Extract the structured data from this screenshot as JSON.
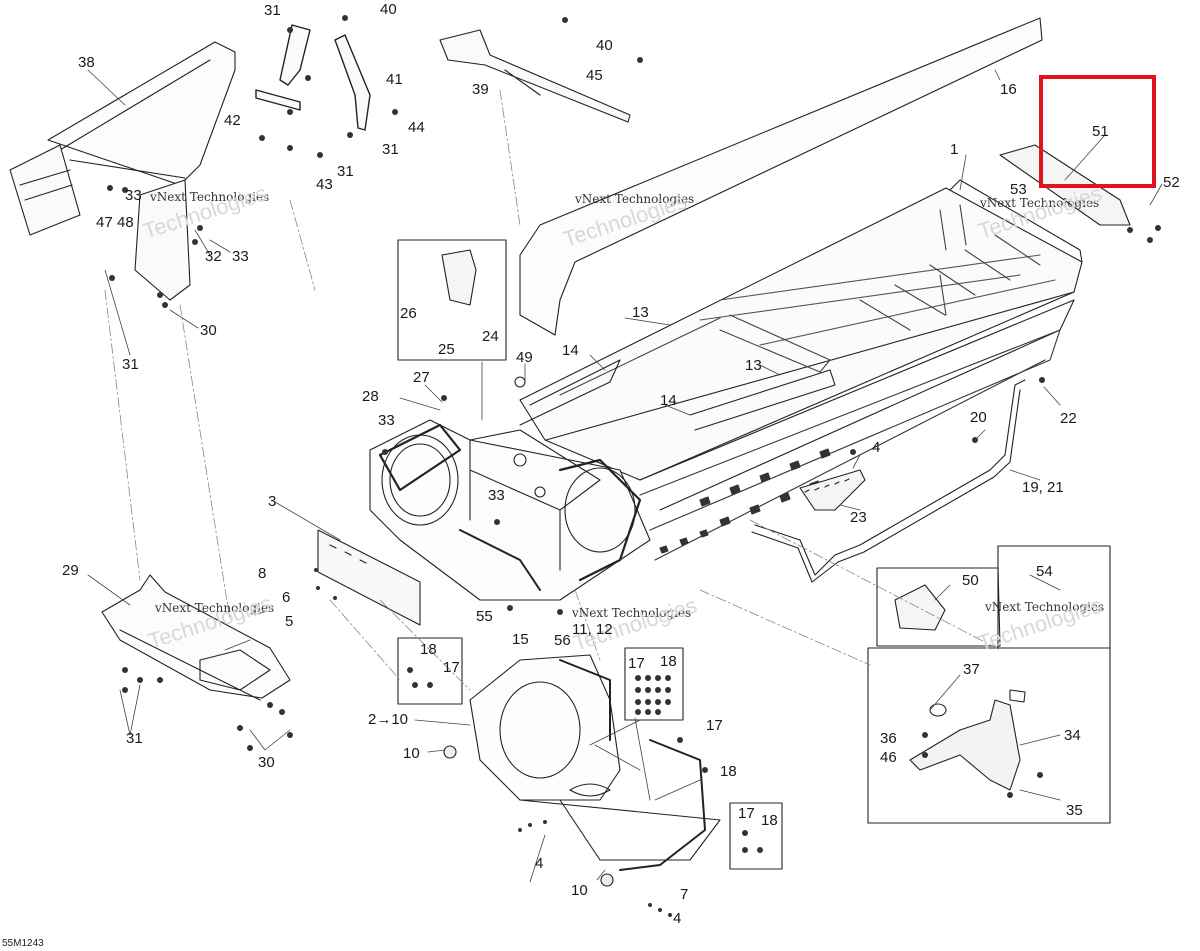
{
  "callouts": {
    "c1": "1",
    "c2": "2",
    "c3": "3",
    "c4a": "4",
    "c4b": "4",
    "c4c": "4",
    "c5": "5",
    "c6": "6",
    "c7": "7",
    "c8": "8",
    "c10a": "10",
    "c10b": "10",
    "c10c": "10",
    "arrow": "→",
    "c11_12": "11, 12",
    "c13a": "13",
    "c13b": "13",
    "c14a": "14",
    "c14b": "14",
    "c15": "15",
    "c16": "16",
    "c17a": "17",
    "c17b": "17",
    "c17c": "17",
    "c17d": "17",
    "c18a": "18",
    "c18b": "18",
    "c18c": "18",
    "c18d": "18",
    "c19_21": "19, 21",
    "c20": "20",
    "c22": "22",
    "c23": "23",
    "c24": "24",
    "c25": "25",
    "c26": "26",
    "c27": "27",
    "c28": "28",
    "c29": "29",
    "c30a": "30",
    "c30b": "30",
    "c31a": "31",
    "c31b": "31",
    "c31c": "31",
    "c31d": "31",
    "c31e": "31",
    "c32": "32",
    "c33a": "33",
    "c33b": "33",
    "c33c": "33",
    "c33d": "33",
    "c34": "34",
    "c35": "35",
    "c36": "36",
    "c37": "37",
    "c38": "38",
    "c39": "39",
    "c40a": "40",
    "c40b": "40",
    "c41": "41",
    "c42": "42",
    "c43": "43",
    "c44": "44",
    "c45": "45",
    "c46": "46",
    "c47": "47",
    "c48": "48",
    "c49": "49",
    "c50": "50",
    "c51": "51",
    "c52": "52",
    "c53": "53",
    "c54": "54",
    "c55": "55",
    "c56": "56"
  },
  "watermark": {
    "text": "vNext Technologies",
    "big": "Technologies"
  },
  "drawing_code": "55M1243",
  "highlight": {
    "target_callout": "51",
    "color": "#e0141e"
  }
}
